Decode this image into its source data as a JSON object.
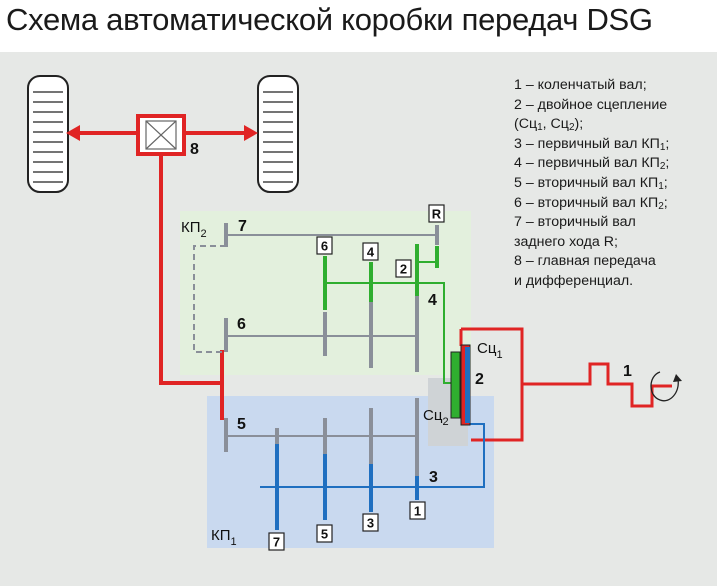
{
  "title": "Схема автоматической коробки передач DSG",
  "labels": {
    "n1": "1",
    "n2": "2",
    "n3": "3",
    "n4": "4",
    "n5": "5",
    "n6": "6",
    "n7": "7",
    "n8": "8",
    "kp": "КП",
    "sub1": "1",
    "sub2": "2",
    "sc": "Сц",
    "gear_r": "R",
    "gear_1": "1",
    "gear_2": "2",
    "gear_3": "3",
    "gear_4": "4",
    "gear_5": "5",
    "gear_6": "6",
    "gear_7": "7"
  },
  "legend": {
    "l1": "1 – коленчатый вал;",
    "l2": "2 – двойное сцепление",
    "l2b_open": "(Сц",
    "l2b_sub1": "1",
    "l2b_mid": ", Сц",
    "l2b_sub2": "2",
    "l2b_close": ");",
    "l3": "3 – первичный вал КП",
    "l3_sub": "1",
    "l3_end": ";",
    "l4": "4 – первичный вал КП",
    "l4_sub": "2",
    "l4_end": ";",
    "l5": "5 – вторичный вал КП",
    "l5_sub": "1",
    "l5_end": ";",
    "l6": "6 – вторичный вал КП",
    "l6_sub": "2",
    "l6_end": ";",
    "l7": "7 – вторичный вал",
    "l7b": "заднего хода R;",
    "l8": "8 – главная передача",
    "l8b": "и дифференциал."
  },
  "colors": {
    "background": "#e6e8e6",
    "kp2_fill": "#e3f0dd",
    "kp1_fill": "#c9d9ef",
    "red": "#e02424",
    "green": "#2fae2f",
    "blue": "#1f6fc0",
    "gray": "#8a8f99"
  }
}
